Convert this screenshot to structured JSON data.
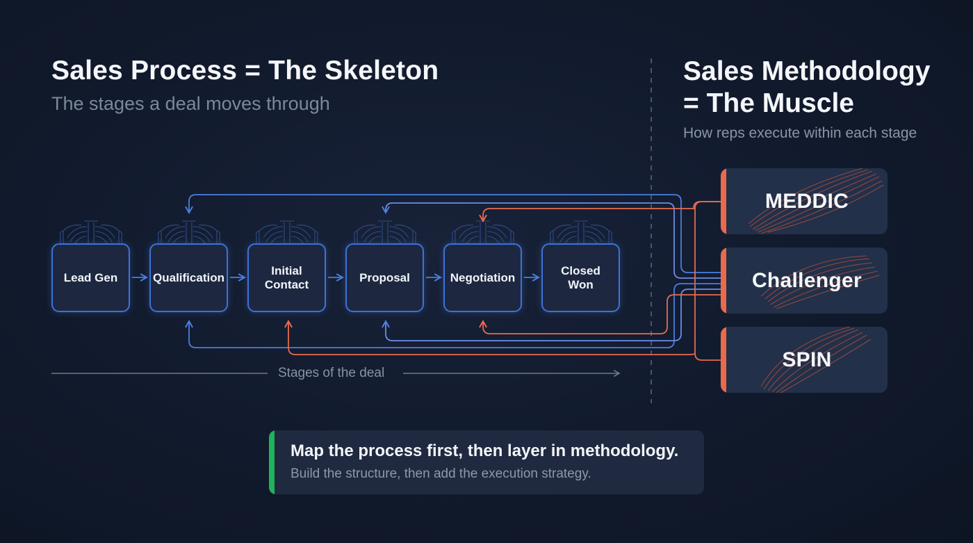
{
  "left": {
    "title": "Sales Process = The Skeleton",
    "subtitle": "The stages a deal moves through"
  },
  "right": {
    "title_line1": "Sales Methodology",
    "title_line2": "= The Muscle",
    "subtitle": "How reps execute within each stage"
  },
  "stages": [
    {
      "label": "Lead Gen"
    },
    {
      "label": "Qualification"
    },
    {
      "label": "Initial\nContact"
    },
    {
      "label": "Proposal"
    },
    {
      "label": "Negotiation"
    },
    {
      "label": "Closed\nWon"
    }
  ],
  "axis": {
    "label": "Stages of the deal"
  },
  "methodologies": [
    {
      "label": "MEDDIC"
    },
    {
      "label": "Challenger"
    },
    {
      "label": "SPIN"
    }
  ],
  "callout": {
    "main": "Map the process first, then layer in methodology.",
    "sub": "Build the structure, then add the execution strategy."
  },
  "colors": {
    "process_blue": "#3d72d8",
    "method_orange": "#ea6a4c",
    "callout_green": "#22b25a",
    "background": "#111a2c"
  },
  "icons": {
    "stage_decoration": "ribcage-icon",
    "method_decoration": "muscle-fiber-icon"
  }
}
